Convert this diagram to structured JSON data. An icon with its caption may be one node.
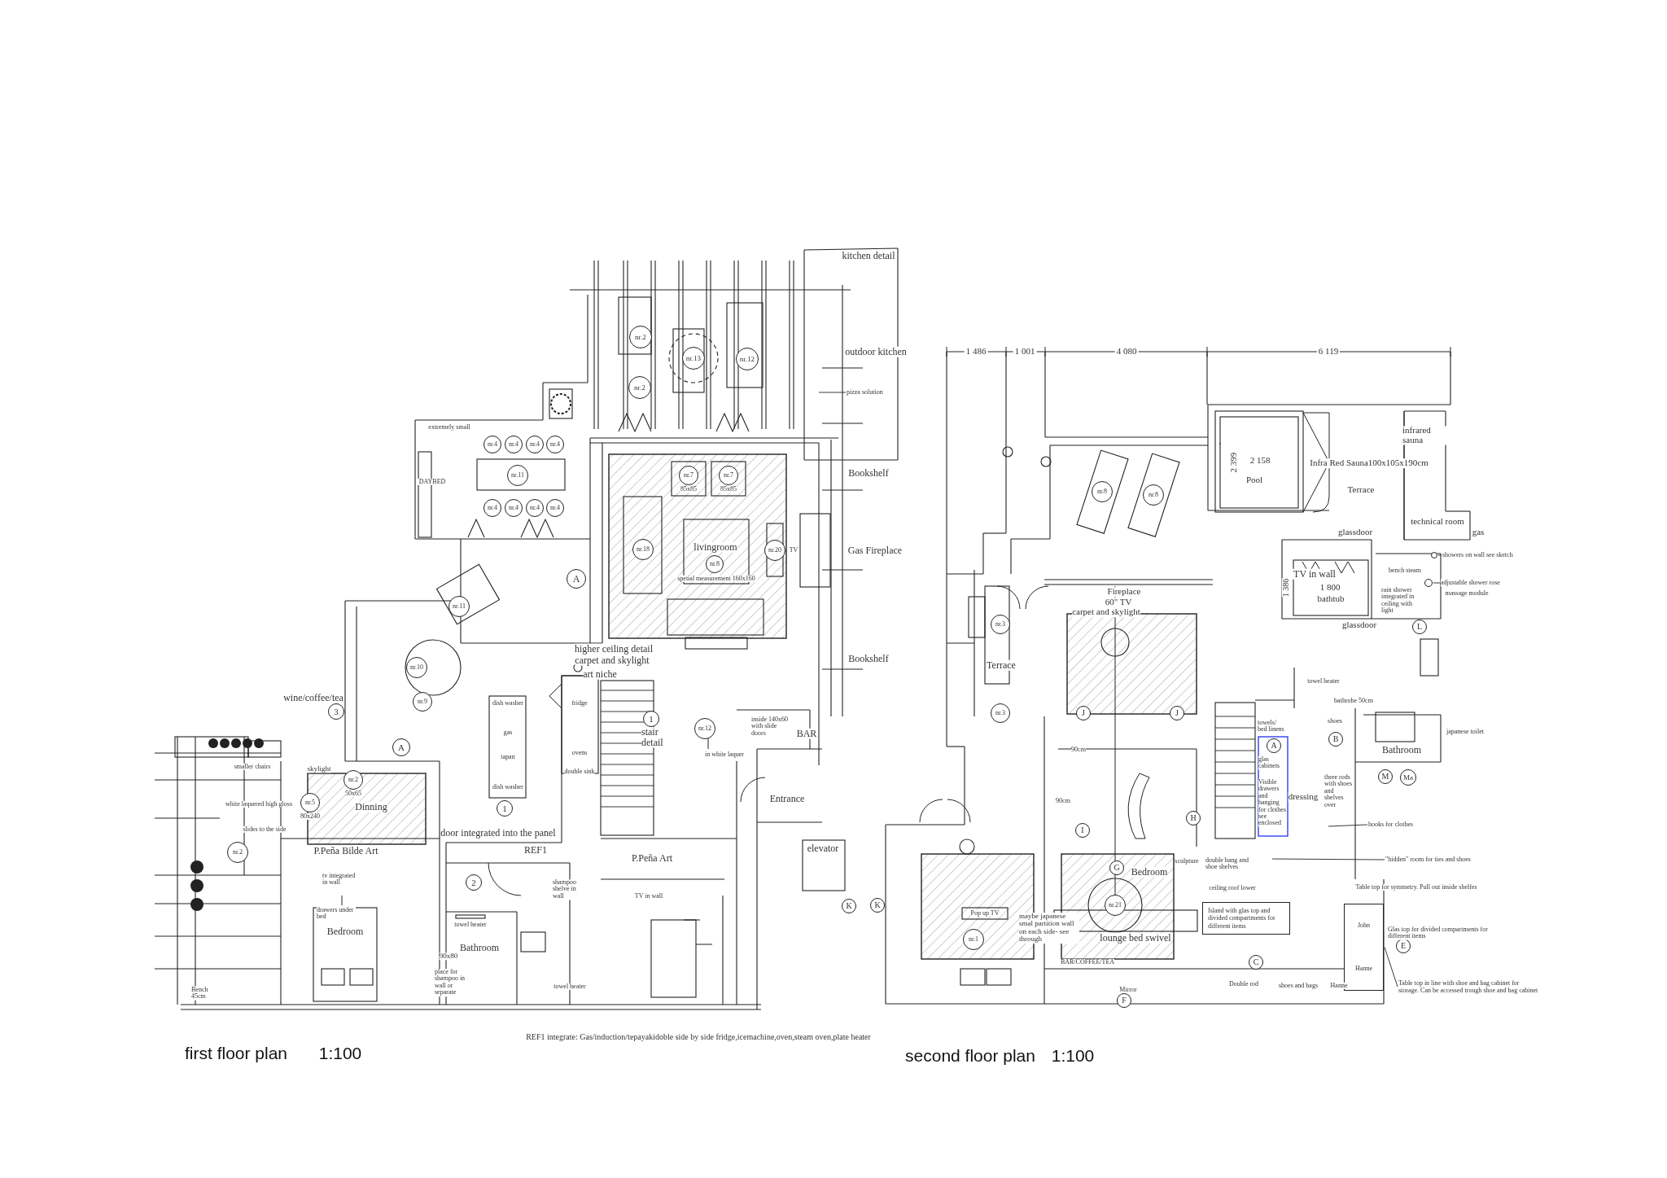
{
  "diagram": {
    "nodes": [
      {
        "text": [
          "nr.2"
        ]
      },
      {
        "text": [
          "nr.13"
        ]
      },
      {
        "text": [
          "nr.12"
        ]
      },
      {
        "text": [
          "nr.2"
        ]
      },
      {
        "text": [
          "nr.4"
        ]
      },
      {
        "text": [
          "nr.4"
        ]
      },
      {
        "text": [
          "nr.4"
        ]
      },
      {
        "text": [
          "nr.4"
        ]
      },
      {
        "text": [
          "nr.11"
        ]
      },
      {
        "text": [
          "nr.7"
        ],
        "beside": [
          "85x85"
        ]
      },
      {
        "text": [
          "nr.7"
        ],
        "beside": [
          "85x85"
        ]
      },
      {
        "text": [
          "nr.4"
        ]
      },
      {
        "text": [
          "nr.4"
        ]
      },
      {
        "text": [
          "nr.4"
        ]
      },
      {
        "text": [
          "nr.4"
        ]
      },
      {
        "text": [
          "nr.18"
        ]
      },
      {
        "text": [
          "nr.8"
        ]
      },
      {
        "text": [
          "nr.20"
        ]
      },
      {
        "text": [
          "A"
        ]
      },
      {
        "text": [
          "nr.11"
        ]
      },
      {
        "text": [
          "nr.10"
        ]
      },
      {
        "text": [
          "nr.9"
        ]
      },
      {
        "text": [
          "3"
        ]
      },
      {
        "text": [
          "1"
        ]
      },
      {
        "text": [
          "nr.12"
        ]
      },
      {
        "text": [
          "A"
        ]
      },
      {
        "text": [
          "nr.2"
        ],
        "beside": [
          "50x65"
        ]
      },
      {
        "text": [
          "nr.5"
        ],
        "beside": [
          "80x240"
        ]
      },
      {
        "text": [
          "1"
        ]
      },
      {
        "text": [
          "nr.2"
        ]
      },
      {
        "text": [
          "2"
        ]
      },
      {
        "text": [
          "K"
        ]
      },
      {
        "text": [
          "K"
        ]
      },
      {
        "text": [
          "nr.8"
        ]
      },
      {
        "text": [
          "nr.8"
        ]
      },
      {
        "text": [
          "nr.3"
        ]
      },
      {
        "text": [
          "L"
        ]
      },
      {
        "text": [
          "nr.3"
        ]
      },
      {
        "text": [
          "J"
        ]
      },
      {
        "text": [
          "J"
        ]
      },
      {
        "text": [
          "B"
        ]
      },
      {
        "text": [
          "A"
        ]
      },
      {
        "text": [
          "M"
        ]
      },
      {
        "text": [
          "Ma"
        ]
      },
      {
        "text": [
          "H"
        ]
      },
      {
        "text": [
          "I"
        ]
      },
      {
        "text": [
          "G"
        ]
      },
      {
        "text": [
          "nr.21"
        ]
      },
      {
        "text": [
          "nr.1"
        ]
      },
      {
        "text": [
          "E"
        ]
      },
      {
        "text": [
          "C"
        ]
      },
      {
        "text": [
          "F"
        ]
      },
      {
        "text": [
          "Island with glas top and divided compartments for different items"
        ]
      },
      {
        "text": [
          "pizza solution"
        ]
      },
      {
        "text": [
          "showers on wall see sketch"
        ]
      },
      {
        "text": [
          "adjustable shower rose"
        ]
      },
      {
        "text": [
          "hooks for clothes"
        ]
      },
      {
        "text": [
          "\"hidden\" room for ties and shoes"
        ]
      },
      {
        "text": [
          "Table top in line with shoe and bag cabinet for storage. Can be accessed trough shoe and bag cabinet"
        ]
      },
      {
        "text": [],
        "shape": "circle"
      },
      {
        "text": [],
        "shape": "circle"
      },
      {
        "text": [
          "John",
          "Hanne"
        ]
      }
    ],
    "edges": [
      {
        "from": 53,
        "to": null,
        "arrow": "none"
      },
      {
        "from": 54,
        "to": 59,
        "arrow": "none"
      },
      {
        "from": 55,
        "to": 60,
        "arrow": "none"
      },
      {
        "from": 56,
        "to": null,
        "arrow": "none"
      },
      {
        "from": 57,
        "to": null,
        "arrow": "none"
      },
      {
        "from": 58,
        "to": 61,
        "arrow": "none"
      }
    ],
    "labels": [
      "kitchen detail",
      "outdoor kitchen",
      "1 486",
      "1 001",
      "4 080",
      "6 119",
      "extremely small",
      "infrared sauna",
      "2 399",
      "2 158",
      "Infra Red Sauna100x105x190cm",
      "Bookshelf",
      "DAYBED",
      "Pool",
      "Terrace",
      "technical room",
      "glassdoor",
      "gas",
      "livingroom",
      "TV",
      "Gas Fireplace",
      "bench steam",
      "spetial measurement 160x160",
      "TV in wall",
      "Fireplace",
      "1 386",
      "1 800",
      "massage module",
      "60\" TV",
      "bathtub",
      "rain shower integrated in ceiling with light",
      "carpet and skylight",
      "glassdoor",
      "higher ceiling detail",
      "carpet and skylight",
      "Bookshelf",
      "Terrace",
      "art niche",
      "towel heater",
      "wine/coffee/tea",
      "dish washer",
      "fridge",
      "bathrobe 50cm",
      "gas",
      "stair detail",
      "inside 140x60 with slide doors",
      "BAR",
      "towels/ bed linens",
      "shoes",
      "japanese toilet",
      "in white laquer",
      "90cm",
      "Bathroom",
      "tapan",
      "ovens",
      "glas cabinets",
      "smaller chairs",
      "skylight",
      "double sink",
      "dish washer",
      "three rods with shoes and shelves over",
      "white laquered high gloss",
      "Dinning",
      "Entrance",
      "90cm",
      "Visible drawers and hanging for clothes see enclosed",
      "dressing",
      "slides to the side",
      "door integrated into the panel",
      "P.Peña Bilde Art",
      "REF1",
      "elevator",
      "P.Peña Art",
      "sculpture",
      "double hang and shoe shelves",
      "tv integrated in wall",
      "Bedroom",
      "shampoo shelve in wall",
      "ceiling roof lower",
      "TV in wall",
      "Table top for symmetry. Pull out inside shelfes",
      "drawers under bed",
      "Pop up TV",
      "Bedroom",
      "towel heater",
      "maybe japanese smal partition wall on each side- see through",
      "Glas top for divided compartments for different items",
      "Bathroom",
      "lounge bed swivel",
      "90x80",
      "BAR/COFFEE/TEA",
      "Bench 45cm",
      "place for shampoo in wall or separate",
      "towel heater",
      "Mirror",
      "Double rod",
      "shoes and bags",
      "Hanne",
      "REF1 integrate: Gas/induction/tepayakidoble side by side fridge,icemachine,oven,steam oven,plate heater",
      "first floor plan",
      "1:100",
      "second floor plan",
      "1:100"
    ]
  }
}
